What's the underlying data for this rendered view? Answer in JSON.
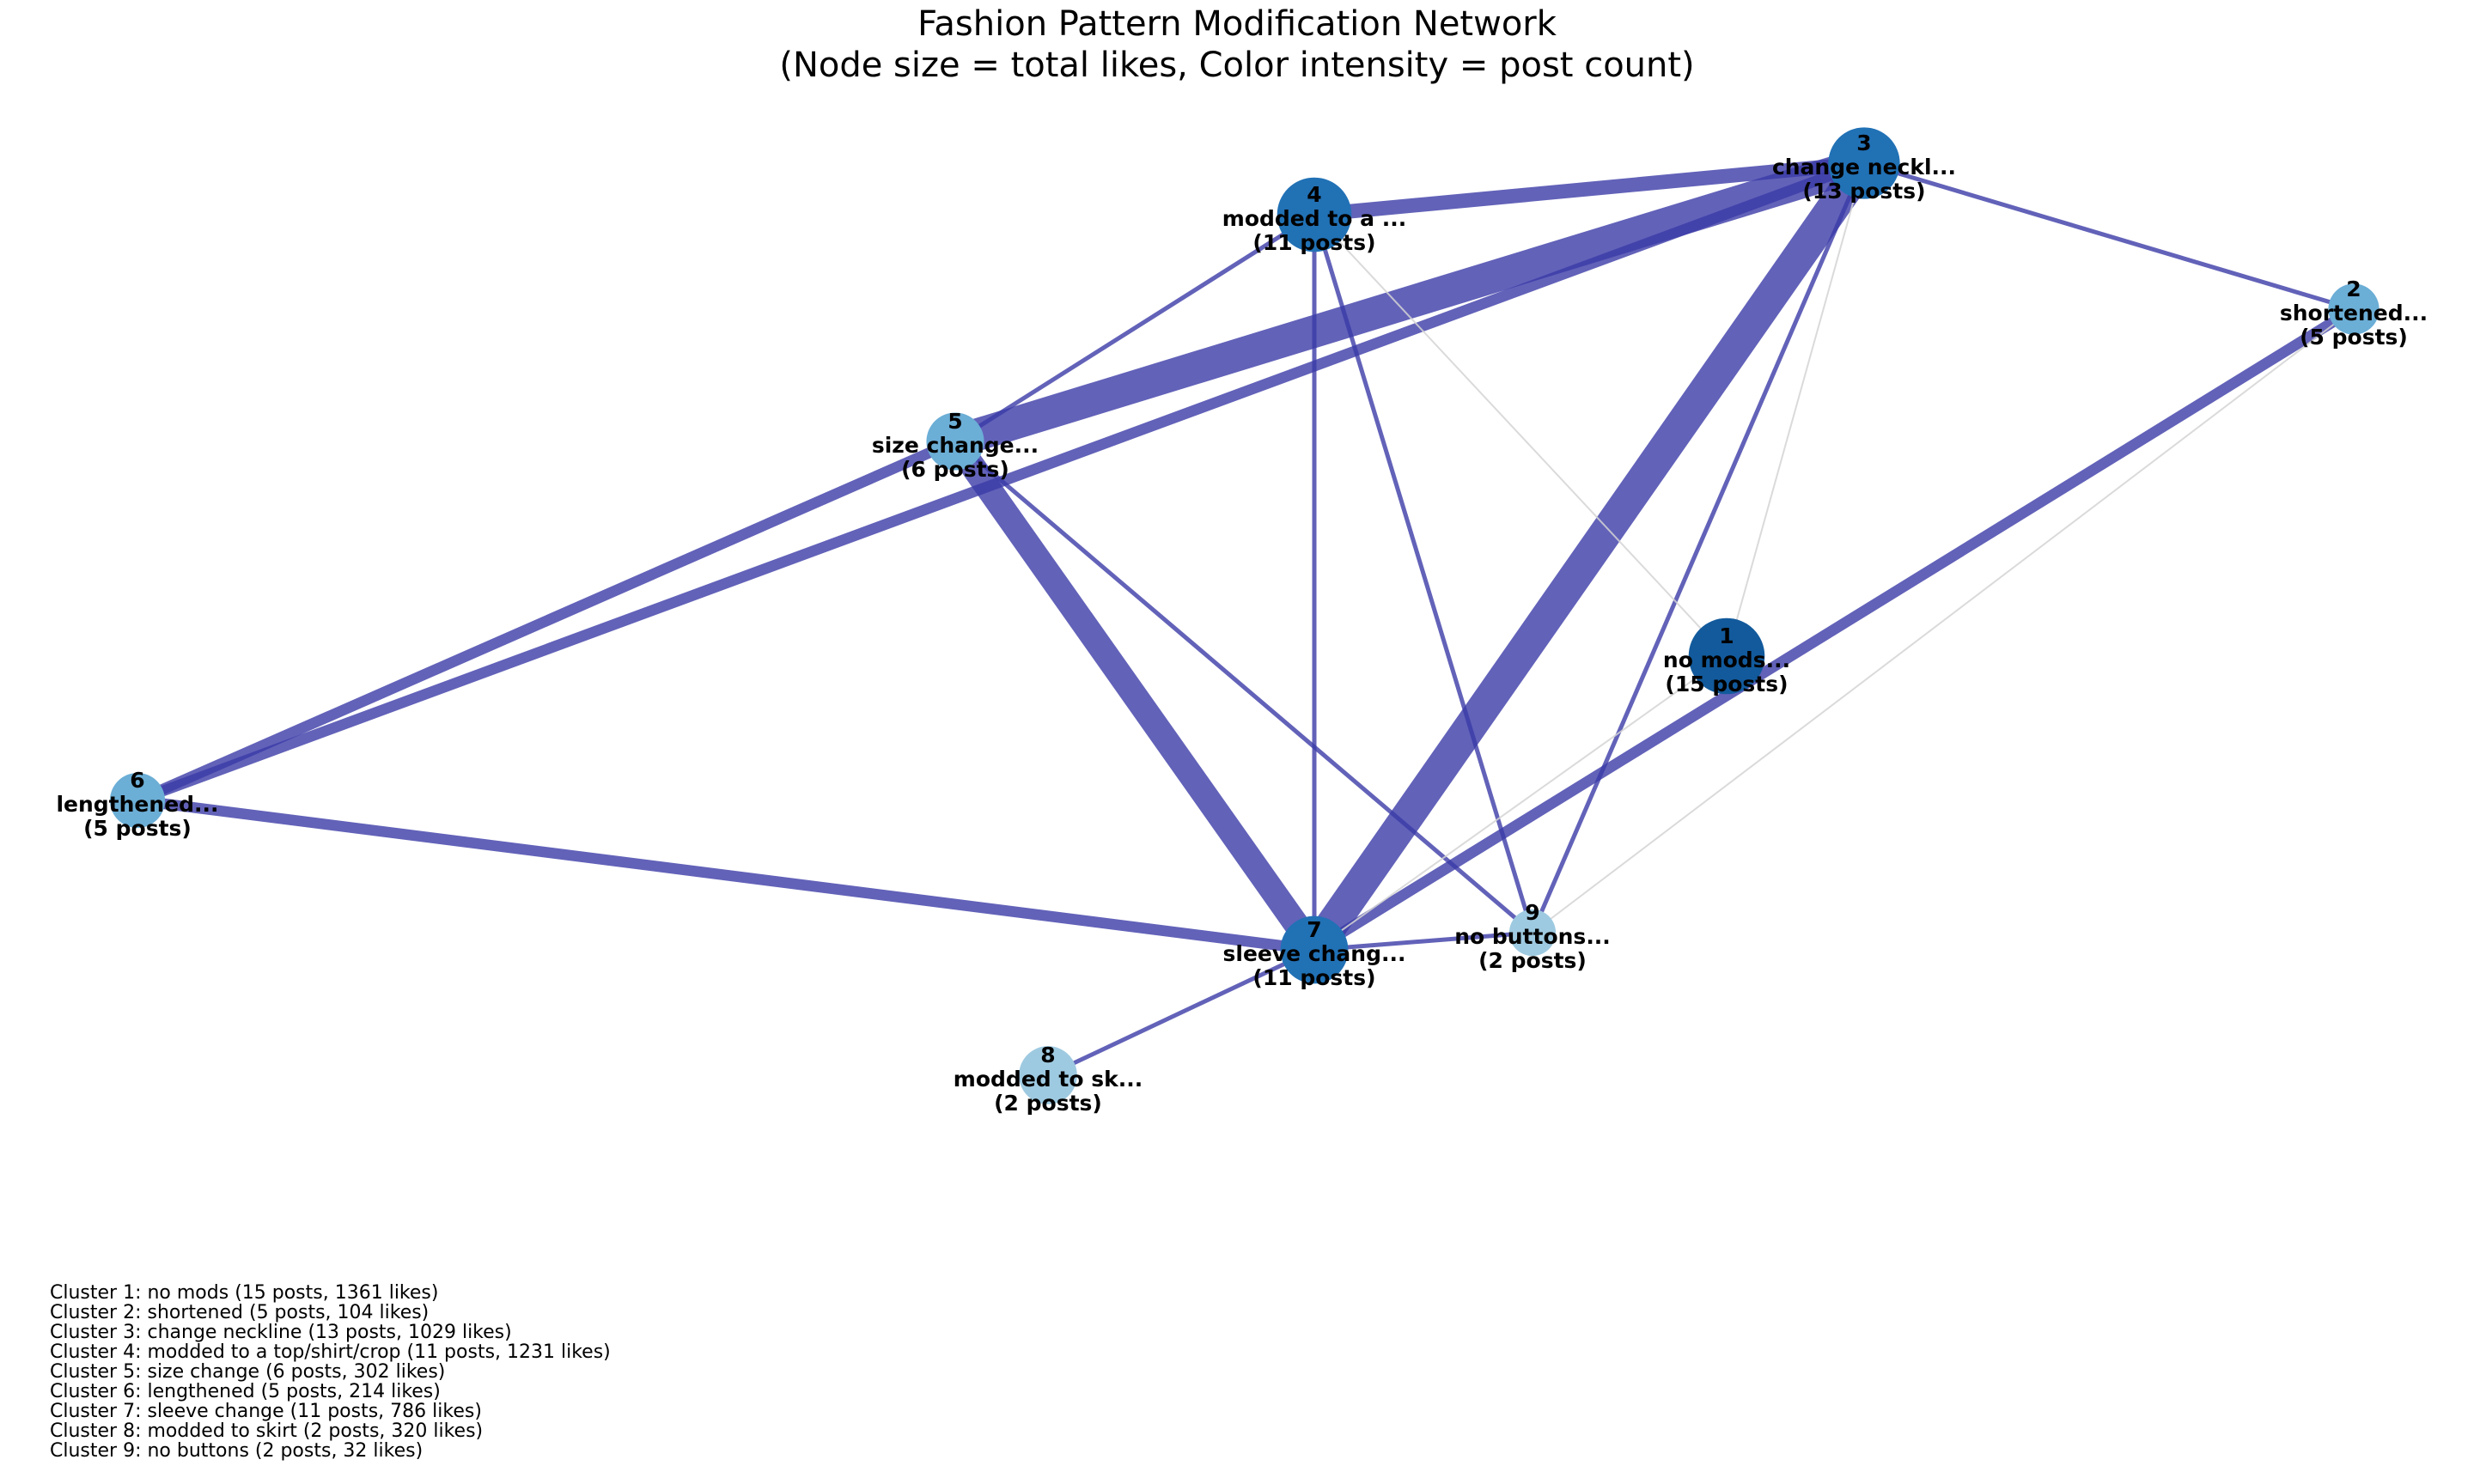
{
  "title": {
    "line1": "Fashion Pattern Modification Network",
    "line2": "(Node size = total likes, Color intensity = post count)"
  },
  "colors": {
    "strong_edge": "#3b3ba8",
    "weak_edge": "#d3d3d3",
    "node_scale": [
      "#9ecae1",
      "#6baed6",
      "#4292c6",
      "#2171b5",
      "#125a9c"
    ]
  },
  "nodes": [
    {
      "id": 1,
      "number": "1",
      "name": "no mods...",
      "posts": "(15 posts)",
      "post_count": 15,
      "likes": 1361
    },
    {
      "id": 2,
      "number": "2",
      "name": "shortened...",
      "posts": "(5 posts)",
      "post_count": 5,
      "likes": 104
    },
    {
      "id": 3,
      "number": "3",
      "name": "change neckl...",
      "posts": "(13 posts)",
      "post_count": 13,
      "likes": 1029
    },
    {
      "id": 4,
      "number": "4",
      "name": "modded to a ...",
      "posts": "(11 posts)",
      "post_count": 11,
      "likes": 1231
    },
    {
      "id": 5,
      "number": "5",
      "name": "size change...",
      "posts": "(6 posts)",
      "post_count": 6,
      "likes": 302
    },
    {
      "id": 6,
      "number": "6",
      "name": "lengthened...",
      "posts": "(5 posts)",
      "post_count": 5,
      "likes": 214
    },
    {
      "id": 7,
      "number": "7",
      "name": "sleeve chang...",
      "posts": "(11 posts)",
      "post_count": 11,
      "likes": 786
    },
    {
      "id": 8,
      "number": "8",
      "name": "modded to sk...",
      "posts": "(2 posts)",
      "post_count": 2,
      "likes": 320
    },
    {
      "id": 9,
      "number": "9",
      "name": "no buttons...",
      "posts": "(2 posts)",
      "post_count": 2,
      "likes": 32
    }
  ],
  "edges": [
    {
      "source": 3,
      "target": 5,
      "weight": 9
    },
    {
      "source": 3,
      "target": 7,
      "weight": 9
    },
    {
      "source": 5,
      "target": 7,
      "weight": 7
    },
    {
      "source": 3,
      "target": 4,
      "weight": 4
    },
    {
      "source": 3,
      "target": 6,
      "weight": 3
    },
    {
      "source": 5,
      "target": 6,
      "weight": 3
    },
    {
      "source": 6,
      "target": 7,
      "weight": 3
    },
    {
      "source": 2,
      "target": 7,
      "weight": 3
    },
    {
      "source": 3,
      "target": 2,
      "weight": 2
    },
    {
      "source": 4,
      "target": 5,
      "weight": 2
    },
    {
      "source": 4,
      "target": 7,
      "weight": 2
    },
    {
      "source": 4,
      "target": 9,
      "weight": 2
    },
    {
      "source": 5,
      "target": 9,
      "weight": 2
    },
    {
      "source": 3,
      "target": 9,
      "weight": 2
    },
    {
      "source": 7,
      "target": 9,
      "weight": 2
    },
    {
      "source": 7,
      "target": 8,
      "weight": 2
    },
    {
      "source": 4,
      "target": 1,
      "weight": 1
    },
    {
      "source": 3,
      "target": 1,
      "weight": 1
    },
    {
      "source": 1,
      "target": 7,
      "weight": 1
    },
    {
      "source": 2,
      "target": 9,
      "weight": 1
    }
  ],
  "legend": [
    "Cluster 1: no mods (15 posts, 1361 likes)",
    "Cluster 2: shortened (5 posts, 104 likes)",
    "Cluster 3: change neckline (13 posts, 1029 likes)",
    "Cluster 4: modded to a top/shirt/crop (11 posts, 1231 likes)",
    "Cluster 5: size change (6 posts, 302 likes)",
    "Cluster 6: lengthened (5 posts, 214 likes)",
    "Cluster 7: sleeve change (11 posts, 786 likes)",
    "Cluster 8: modded to skirt (2 posts, 320 likes)",
    "Cluster 9: no buttons (2 posts, 32 likes)"
  ]
}
